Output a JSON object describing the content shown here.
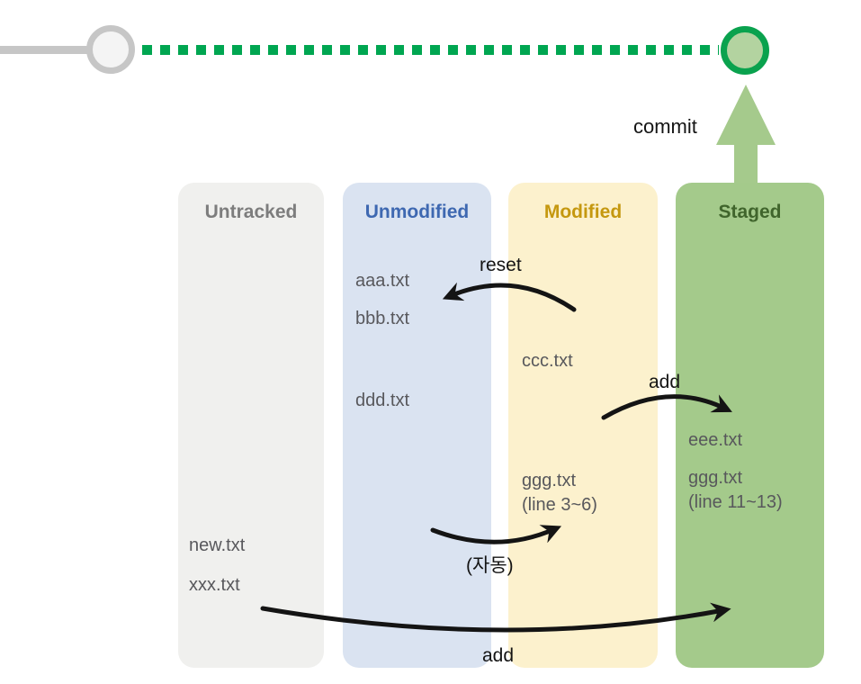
{
  "timeline": {
    "commit_label": "commit"
  },
  "columns": {
    "untracked": {
      "label": "Untracked",
      "files": {
        "f1": "new.txt",
        "f2": "xxx.txt"
      }
    },
    "unmodified": {
      "label": "Unmodified",
      "files": {
        "f1": "aaa.txt",
        "f2": "bbb.txt",
        "f3": "ddd.txt"
      }
    },
    "modified": {
      "label": "Modified",
      "files": {
        "f1": "ccc.txt",
        "f2": "ggg.txt",
        "f2_detail": "(line 3~6)"
      }
    },
    "staged": {
      "label": "Staged",
      "files": {
        "f1": "eee.txt",
        "f2": "ggg.txt",
        "f2_detail": "(line 11~13)"
      }
    }
  },
  "transitions": {
    "reset_label": "reset",
    "add_modified_to_staged_label": "add",
    "auto_label": "(자동)",
    "add_untracked_to_staged_label": "add"
  },
  "colors": {
    "accent_green": "#00a651",
    "timeline_gray": "#c6c6c6",
    "commit_arrow_green": "#a5ca8c",
    "node_gray_fill": "#f4f4f4",
    "node_green_fill": "#b3d3a0",
    "untracked_bg": "#f0f0ee",
    "unmodified_bg": "#dae3f1",
    "modified_bg": "#fcf1cd",
    "staged_bg": "#a4ca8b",
    "untracked_text": "#7d7d7d",
    "unmodified_text": "#3e68b1",
    "modified_text": "#c5980f",
    "staged_text": "#40652c",
    "arrow_black": "#141414",
    "file_text": "#58585c"
  }
}
